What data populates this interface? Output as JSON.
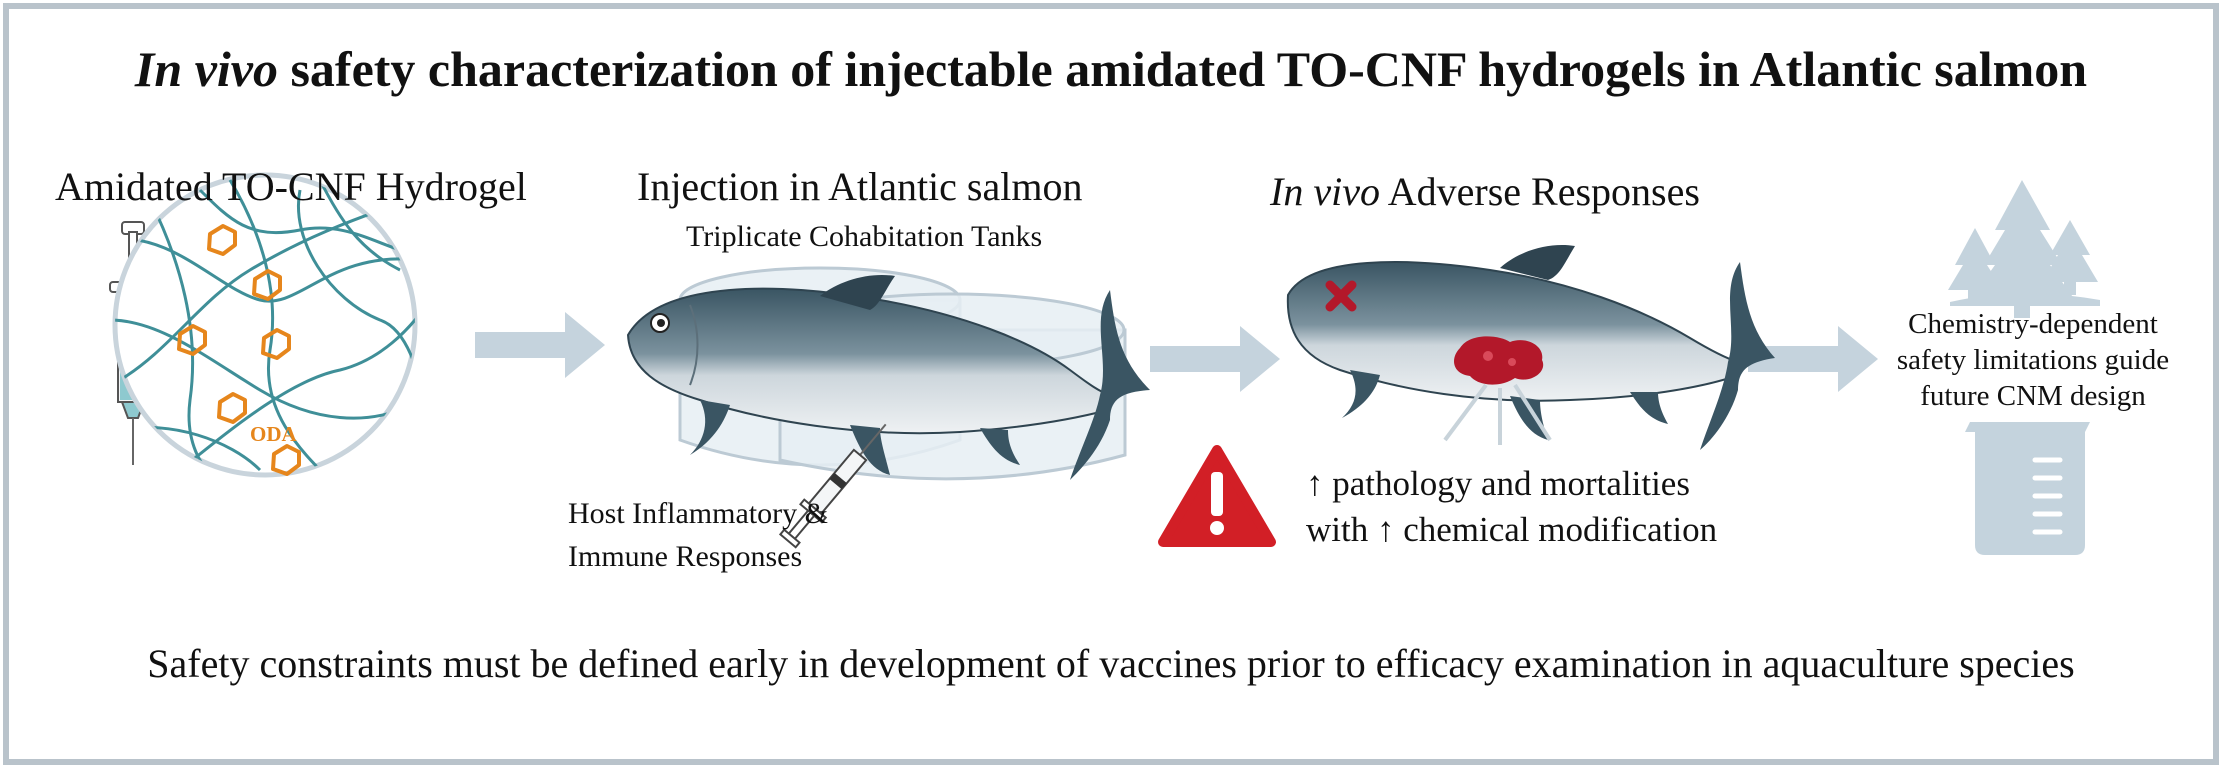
{
  "title": {
    "italic": "In vivo",
    "rest": " safety characterization of injectable amidated TO-CNF hydrogels in Atlantic salmon"
  },
  "panel1": {
    "heading": "Amidated TO-CNF Hydrogel",
    "molecule_label": "ODA"
  },
  "panel2": {
    "heading": "Injection in Atlantic salmon",
    "subheading": "Triplicate Cohabitation Tanks",
    "response_line1": "Host Inflammatory &",
    "response_line2": "Immune Responses"
  },
  "panel3": {
    "heading_italic": "In vivo",
    "heading_rest": " Adverse Responses",
    "result_line1": "↑ pathology and mortalities",
    "result_line2": "with ↑ chemical modification",
    "warning_icon": "warning-triangle-icon"
  },
  "panel4": {
    "line1": "Chemistry-dependent",
    "line2": "safety limitations guide",
    "line3": "future CNM design"
  },
  "footer": "Safety constraints must be defined early in development of vaccines prior to efficacy examination in aquaculture species",
  "colors": {
    "frame": "#b9c3cb",
    "arrow": "#c5d3dd",
    "fiber": "#3f8f98",
    "pentagon": "#e6861c",
    "fish_back": "#3e5866",
    "fish_belly": "#d6dde2",
    "lesion": "#b3182a",
    "warning": "#d21f26",
    "icon_fill": "#c4d3dd"
  }
}
